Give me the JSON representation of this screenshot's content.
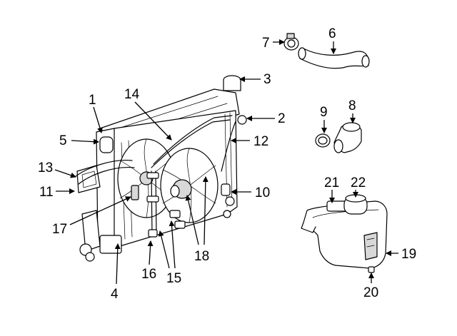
{
  "callouts": [
    {
      "label": "1"
    },
    {
      "label": "2"
    },
    {
      "label": "3"
    },
    {
      "label": "4"
    },
    {
      "label": "5"
    },
    {
      "label": "6"
    },
    {
      "label": "7"
    },
    {
      "label": "8"
    },
    {
      "label": "9"
    },
    {
      "label": "10"
    },
    {
      "label": "11"
    },
    {
      "label": "12"
    },
    {
      "label": "13"
    },
    {
      "label": "14"
    },
    {
      "label": "15"
    },
    {
      "label": "16"
    },
    {
      "label": "17"
    },
    {
      "label": "18"
    },
    {
      "label": "19"
    },
    {
      "label": "20"
    },
    {
      "label": "21"
    },
    {
      "label": "22"
    }
  ]
}
